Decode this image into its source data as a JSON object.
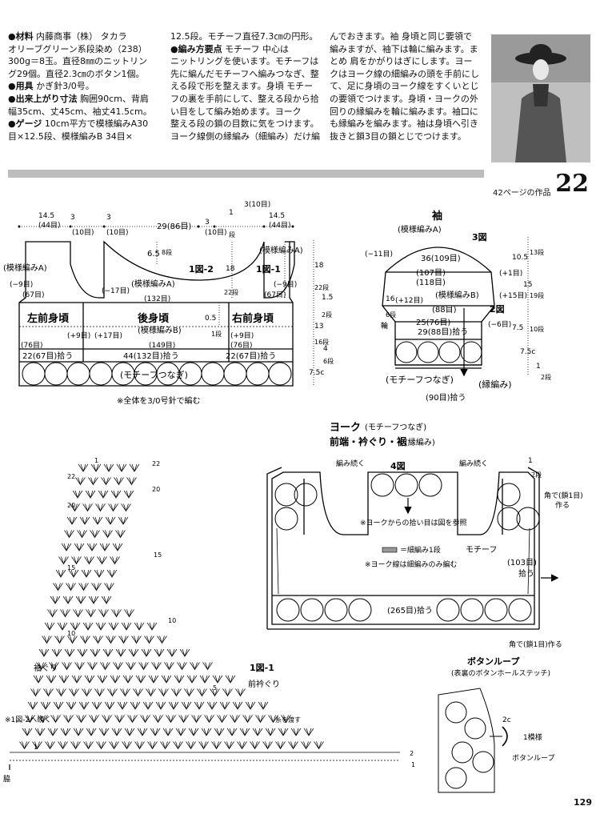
{
  "col1": [
    {
      "pre": "●材料",
      "rest": " 内藤商事（株） タカラ"
    },
    {
      "pre": "",
      "rest": "オリーブグリーン系段染め（238）"
    },
    {
      "pre": "",
      "rest": "300g＝8玉。直径8㎜のニットリン"
    },
    {
      "pre": "",
      "rest": "グ29個。直径2.3㎝のボタン1個。"
    },
    {
      "pre": "●用具",
      "rest": " かぎ針3/0号。"
    },
    {
      "pre": "●出来上がり寸法",
      "rest": " 胸囲90cm、背肩"
    },
    {
      "pre": "",
      "rest": "幅35cm、丈45cm、袖丈41.5cm。"
    },
    {
      "pre": "●ゲージ",
      "rest": " 10cm平方で模様編みA30"
    },
    {
      "pre": "",
      "rest": "目×12.5段、模様編みB 34目×"
    }
  ],
  "col2": [
    {
      "pre": "",
      "rest": "12.5段。モチーフ直径7.3㎝の円形。"
    },
    {
      "pre": "●編み方要点",
      "rest": " モチーフ 中心は"
    },
    {
      "pre": "",
      "rest": "ニットリングを使います。モチーフは"
    },
    {
      "pre": "",
      "rest": "先に編んだモチーフへ編みつなぎ、整"
    },
    {
      "pre": "",
      "rest": "える段で形を整えます。身頃 モチー"
    },
    {
      "pre": "",
      "rest": "フの裏を手前にして、整える段から拾"
    },
    {
      "pre": "",
      "rest": "い目をして編み始めます。ヨーク"
    },
    {
      "pre": "",
      "rest": "整える段の鎖の目数に気をつけます。"
    },
    {
      "pre": "",
      "rest": "ヨーク線側の縁編み（細編み）だけ編"
    }
  ],
  "col3": [
    {
      "pre": "",
      "rest": "んでおきます。袖 身頃と同じ要領で"
    },
    {
      "pre": "",
      "rest": "編みますが、袖下は輪に編みます。ま"
    },
    {
      "pre": "",
      "rest": "とめ 肩をかがりはぎにします。ヨー"
    },
    {
      "pre": "",
      "rest": "クはヨーク線の細編みの頭を手前にし"
    },
    {
      "pre": "",
      "rest": "て、足に身頃のヨーク線をすくいとじ"
    },
    {
      "pre": "",
      "rest": "の要領でつけます。身頃・ヨークの外"
    },
    {
      "pre": "",
      "rest": "回りの縁編みを輪に編みます。袖口に"
    },
    {
      "pre": "",
      "rest": "も縁編みを編みます。袖は身頃へ引き"
    },
    {
      "pre": "",
      "rest": "抜きと鎖3目の鎖とじでつけます。"
    }
  ],
  "page_number": "22",
  "page_ref": "42ページの作品",
  "folio": "129",
  "body": {
    "left_front": "左前身頃",
    "back": "後身頃",
    "back_sub": "(模様編みB)",
    "right_front": "右前身頃",
    "fig12": "1図-2",
    "fig11": "1図-1",
    "pattern_a": "(模様編みA)",
    "pattern_a2": "(模様編みA)",
    "pattern_a3": "(模様編みA)",
    "m145": "14.5",
    "m44": "(44目)",
    "m145b": "14.5",
    "m44b": "(44目)",
    "m3a": "3",
    "m10a": "(10目)",
    "m3b": "3",
    "m10b": "(10目)",
    "m3c": "3",
    "m10c": "(10目)",
    "m29": "29(86目)",
    "m310": "3(10目)",
    "m1dan": "1",
    "m1dan_u": "段",
    "m65": "6.5",
    "m8dan": "8段",
    "m18a": "18",
    "m22dan": "22段",
    "m18b": "18",
    "m22dan_b": "22段",
    "m9a": "(−9目)",
    "m9b": "(−9目)",
    "m67a": "(67目)",
    "m67b": "(67目)",
    "m17": "(−17目)",
    "m132": "(132目)",
    "m05": "0.5",
    "m1dan2": "1段",
    "m15": "1.5",
    "m2dan": "2段",
    "m13": "13",
    "m16dan": "16段",
    "m4": "4",
    "m6dan": "6段",
    "m75": "7.5c",
    "p9a": "(+9目)",
    "p17": "(+17目)",
    "p9b": "(+9目)",
    "m76a": "(76目)",
    "m149": "(149目)",
    "m76b": "(76目)",
    "pick22a": "22(67目)拾う",
    "pick44": "44(132目)拾う",
    "pick22b": "22(67目)拾う",
    "motif": "(モチーフつなぎ)",
    "note": "※全体を3/0号針で編む"
  },
  "sleeve": {
    "title": "袖",
    "pattern_a": "(模様編みA)",
    "fig3": "3図",
    "m11": "(−11目)",
    "m36": "36(109目)",
    "m105": "10.5",
    "m13dan": "13段",
    "m107": "(107目)",
    "p1": "(+1目)",
    "m118": "(118目)",
    "m15": "15",
    "m19dan": "19段",
    "m16": "16",
    "m6dan": "6段",
    "p12": "(+12目)",
    "pattern_b": "(模様編みB)",
    "p15": "(+15目)",
    "m88": "(88目)",
    "fig2": "2図",
    "ring": "輪",
    "m25": "25(76目)",
    "m6": "(−6目)",
    "m75": "7.5",
    "m10dan": "10段",
    "m29": "29(88目)拾う",
    "m75c": "7.5c",
    "motif": "(モチーフつなぎ)",
    "m1": "1",
    "m2dan": "2段",
    "edge": "(縁編み)",
    "pick": "(90目)拾う"
  },
  "yoke": {
    "title": "ヨーク",
    "title_sub": "(モチーフつなぎ)",
    "subtitle": "前端・衿ぐり・裾",
    "subtitle_sub": "(縁編み)",
    "cont_left": "編み続く",
    "fig4": "4図",
    "cont_right": "編み続く",
    "m1": "1",
    "m2dan": "2段",
    "corner_top": "角で(鎖1目)",
    "corner_top2": "作る",
    "note1": "※ヨークからの拾い目は図を参照",
    "legend": "＝細編み1段",
    "note2": "※ヨーク線は細編みのみ編む",
    "motif": "モチーフ",
    "m103": "(103目)",
    "m103b": "拾う",
    "m265": "(265目)拾う",
    "corner_bottom": "角で(鎖1目)作る"
  },
  "chart": {
    "r22a": "22",
    "r22b": "22",
    "r20a": "20",
    "r20b": "20",
    "r15a": "15",
    "r15b": "15",
    "r10a": "10",
    "r10b": "10",
    "r5": "5",
    "r1a": "1",
    "r1b": "1",
    "r1c": "1",
    "r2": "2",
    "armhole": "袖ぐり",
    "fig11": "1図-1",
    "neck": "前衿ぐり",
    "cont": "※1図-2へ続く",
    "yarn": "糸を渡す",
    "side": "脇"
  },
  "button": {
    "title": "ボタンループ",
    "sub": "(表裏のボタンホールステッチ)",
    "m2c": "2c",
    "m1row": "1模様",
    "loop": "ボタンループ"
  }
}
